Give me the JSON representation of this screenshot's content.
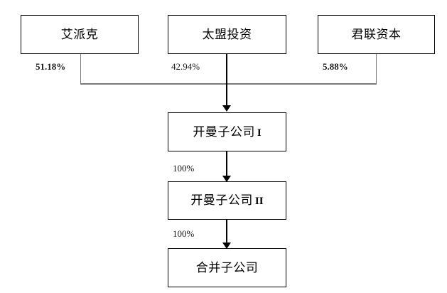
{
  "diagram": {
    "type": "organizational-ownership-chart",
    "shareholders": [
      {
        "id": "aipaike",
        "label": "艾派克",
        "ownership": "51.18%"
      },
      {
        "id": "taimeng",
        "label": "太盟投资",
        "ownership": "42.94%"
      },
      {
        "id": "junlian",
        "label": "君联资本",
        "ownership": "5.88%"
      }
    ],
    "chain": [
      {
        "id": "cayman-1",
        "label": "开曼子公司",
        "suffix": "I",
        "ownership_from_parent": ""
      },
      {
        "id": "cayman-2",
        "label": "开曼子公司",
        "suffix": "II",
        "ownership_from_parent": "100%"
      },
      {
        "id": "merger",
        "label": "合并子公司",
        "suffix": "",
        "ownership_from_parent": "100%"
      }
    ],
    "edges": [
      {
        "from": "aipaike",
        "to": "cayman-1",
        "label": "51.18%"
      },
      {
        "from": "taimeng",
        "to": "cayman-1",
        "label": "42.94%"
      },
      {
        "from": "junlian",
        "to": "cayman-1",
        "label": "5.88%"
      },
      {
        "from": "cayman-1",
        "to": "cayman-2",
        "label": "100%"
      },
      {
        "from": "cayman-2",
        "to": "merger",
        "label": "100%"
      }
    ],
    "colors": {
      "box_border": "#000000",
      "box_fill": "#ffffff",
      "connector_gray": "#7a7a7a",
      "arrow_black": "#000000",
      "text": "#000000",
      "background": "#ffffff"
    }
  }
}
